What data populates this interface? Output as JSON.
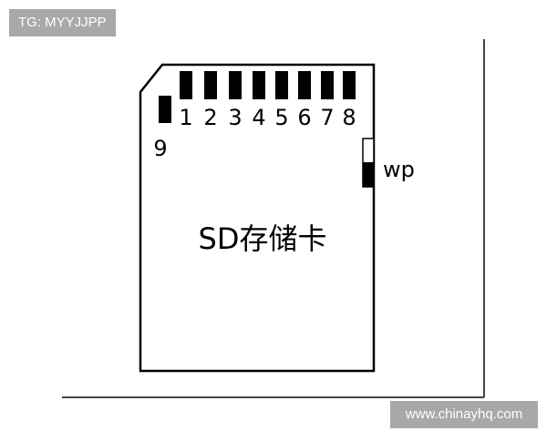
{
  "watermark_top": "TG: MYYJJPP",
  "watermark_bottom": "www.chinayhq.com",
  "card": {
    "title": "SD存储卡",
    "pin_labels": [
      "1",
      "2",
      "3",
      "4",
      "5",
      "6",
      "7",
      "8"
    ],
    "pin9_label": "9",
    "wp_label": "wp"
  },
  "colors": {
    "ink": "#000000",
    "paper": "#ffffff",
    "frame_line": "#444444",
    "tag_bg": "#a8a8a8",
    "tag_text": "#ffffff"
  }
}
